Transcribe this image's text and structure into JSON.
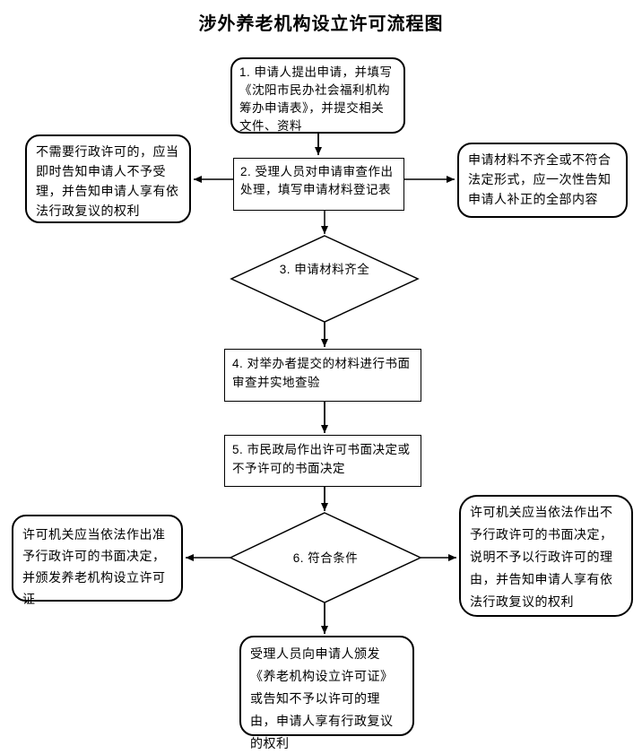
{
  "title": "涉外养老机构设立许可流程图",
  "flowchart": {
    "nodes": {
      "step1": {
        "shape": "rounded",
        "label": "1. 申请人提出申请，并填写《沈阳市民办社会福利机构筹办申请表》，并提交相关文件、资料"
      },
      "step2": {
        "shape": "rect",
        "label": "2. 受理人员对申请审查作出处理，填写申请材料登记表"
      },
      "no_permit": {
        "shape": "rounded",
        "label": "不需要行政许可的，应当即时告知申请人不予受理，并告知申请人享有依法行政复议的权利"
      },
      "incomplete": {
        "shape": "rounded",
        "label": "申请材料不齐全或不符合法定形式，应一次性告知申请人补正的全部内容"
      },
      "step3": {
        "shape": "diamond",
        "label": "3. 申请材料齐全"
      },
      "step4": {
        "shape": "rect",
        "label": "4. 对举办者提交的材料进行书面审查并实地查验"
      },
      "step5": {
        "shape": "rect",
        "label": "5. 市民政局作出许可书面决定或不予许可的书面决定"
      },
      "step6": {
        "shape": "diamond",
        "label": "6. 符合条件"
      },
      "approve": {
        "shape": "rounded",
        "label": "许可机关应当依法作出准予行政许可的书面决定，并颁发养老机构设立许可证"
      },
      "reject": {
        "shape": "rounded",
        "label": "许可机关应当依法作出不予行政许可的书面决定，说明不予以行政许可的理由，并告知申请人享有依法行政复议的权利"
      },
      "final": {
        "shape": "rounded",
        "label": "受理人员向申请人颁发《养老机构设立许可证》或告知不予以许可的理由，申请人享有行政复议的权利"
      }
    },
    "edges": [
      {
        "from": "step1",
        "to": "step2"
      },
      {
        "from": "step2",
        "to": "no_permit"
      },
      {
        "from": "step2",
        "to": "incomplete"
      },
      {
        "from": "step2",
        "to": "step3"
      },
      {
        "from": "step3",
        "to": "step4"
      },
      {
        "from": "step4",
        "to": "step5"
      },
      {
        "from": "step5",
        "to": "step6"
      },
      {
        "from": "step6",
        "to": "approve"
      },
      {
        "from": "step6",
        "to": "reject"
      },
      {
        "from": "step6",
        "to": "final"
      }
    ],
    "colors": {
      "line": "#000000",
      "text": "#000000",
      "background": "#ffffff"
    }
  }
}
